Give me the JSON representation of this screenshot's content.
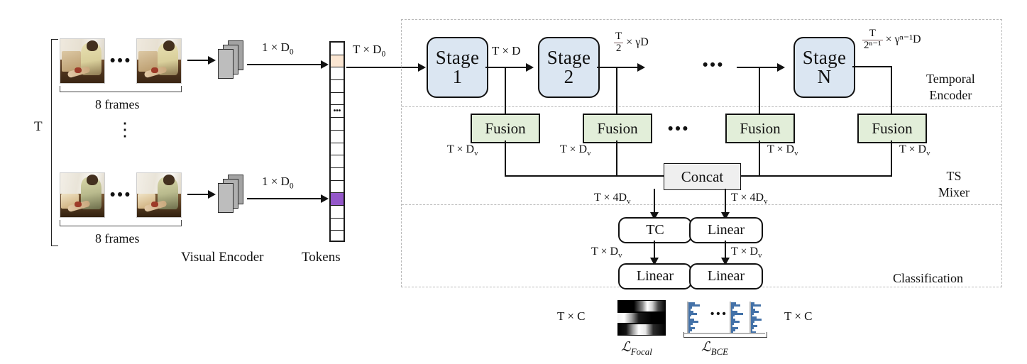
{
  "title": "Video temporal model architecture diagram",
  "input": {
    "t_label": "T",
    "frames_label_top": "8 frames",
    "frames_label_bottom": "8 frames",
    "row_dots": "⋮",
    "frame_dots": "•••",
    "encoder_label": "Visual  Encoder",
    "tokens_label": "Tokens",
    "dim_top": "1 × D",
    "dim_top_sub": "0",
    "dim_bottom": "1 × D",
    "dim_bottom_sub": "0",
    "token_cells": 16,
    "token_highlight_peach_index": 1,
    "token_highlight_purple_index": 12,
    "token_dots_index": 5,
    "color_peach": "#fbe6d2",
    "color_purple": "#9457c9"
  },
  "flow": {
    "tokens_to_stage1": "T × D",
    "tokens_to_stage1_sub": "0",
    "stage1_to_stage2": "T × D",
    "stage2_out_frac_num": "T",
    "stage2_out_frac_den": "2",
    "stage2_out_rest": "× γD",
    "stageN_out_frac_num": "T",
    "stageN_out_frac_den": "2ⁿ⁻¹",
    "stageN_out_rest": "× γⁿ⁻¹D",
    "stage_dots": "•••"
  },
  "stages": [
    {
      "name": "Stage",
      "index": "1"
    },
    {
      "name": "Stage",
      "index": "2"
    },
    {
      "name": "Stage",
      "index": "N"
    }
  ],
  "sections": [
    {
      "id": "temporal-encoder",
      "label_line1": "Temporal",
      "label_line2": "Encoder"
    },
    {
      "id": "ts-mixer",
      "label_line1": "TS",
      "label_line2": "Mixer"
    },
    {
      "id": "classification",
      "label_line1": "Classification",
      "label_line2": ""
    }
  ],
  "mixer": {
    "fusion_label": "Fusion",
    "fusion_count": 4,
    "fusion_dots": "•••",
    "fusion_out": "T × D",
    "fusion_out_sub": "v",
    "concat_label": "Concat",
    "concat_out_left": "T × 4D",
    "concat_out_left_sub": "v",
    "concat_out_right": "T × 4D",
    "concat_out_right_sub": "v"
  },
  "classification": {
    "tc_label": "TC",
    "linear_label": "Linear",
    "left_mid_dim": "T × D",
    "left_mid_dim_sub": "v",
    "right_mid_dim": "T × D",
    "right_mid_dim_sub": "v"
  },
  "losses": {
    "left_dim": "T × C",
    "right_dim": "T × C",
    "focal_label": "ℒ",
    "focal_sub": "Focal",
    "bce_label": "ℒ",
    "bce_sub": "BCE",
    "bce_dots": "•••",
    "bar_color": "#4472a8"
  },
  "chart_data": {
    "type": "heatmap",
    "title": "Focal loss activation map",
    "bands": 3,
    "note": "3 horizontal grayscale bands with smooth dark-to-light gradients"
  }
}
